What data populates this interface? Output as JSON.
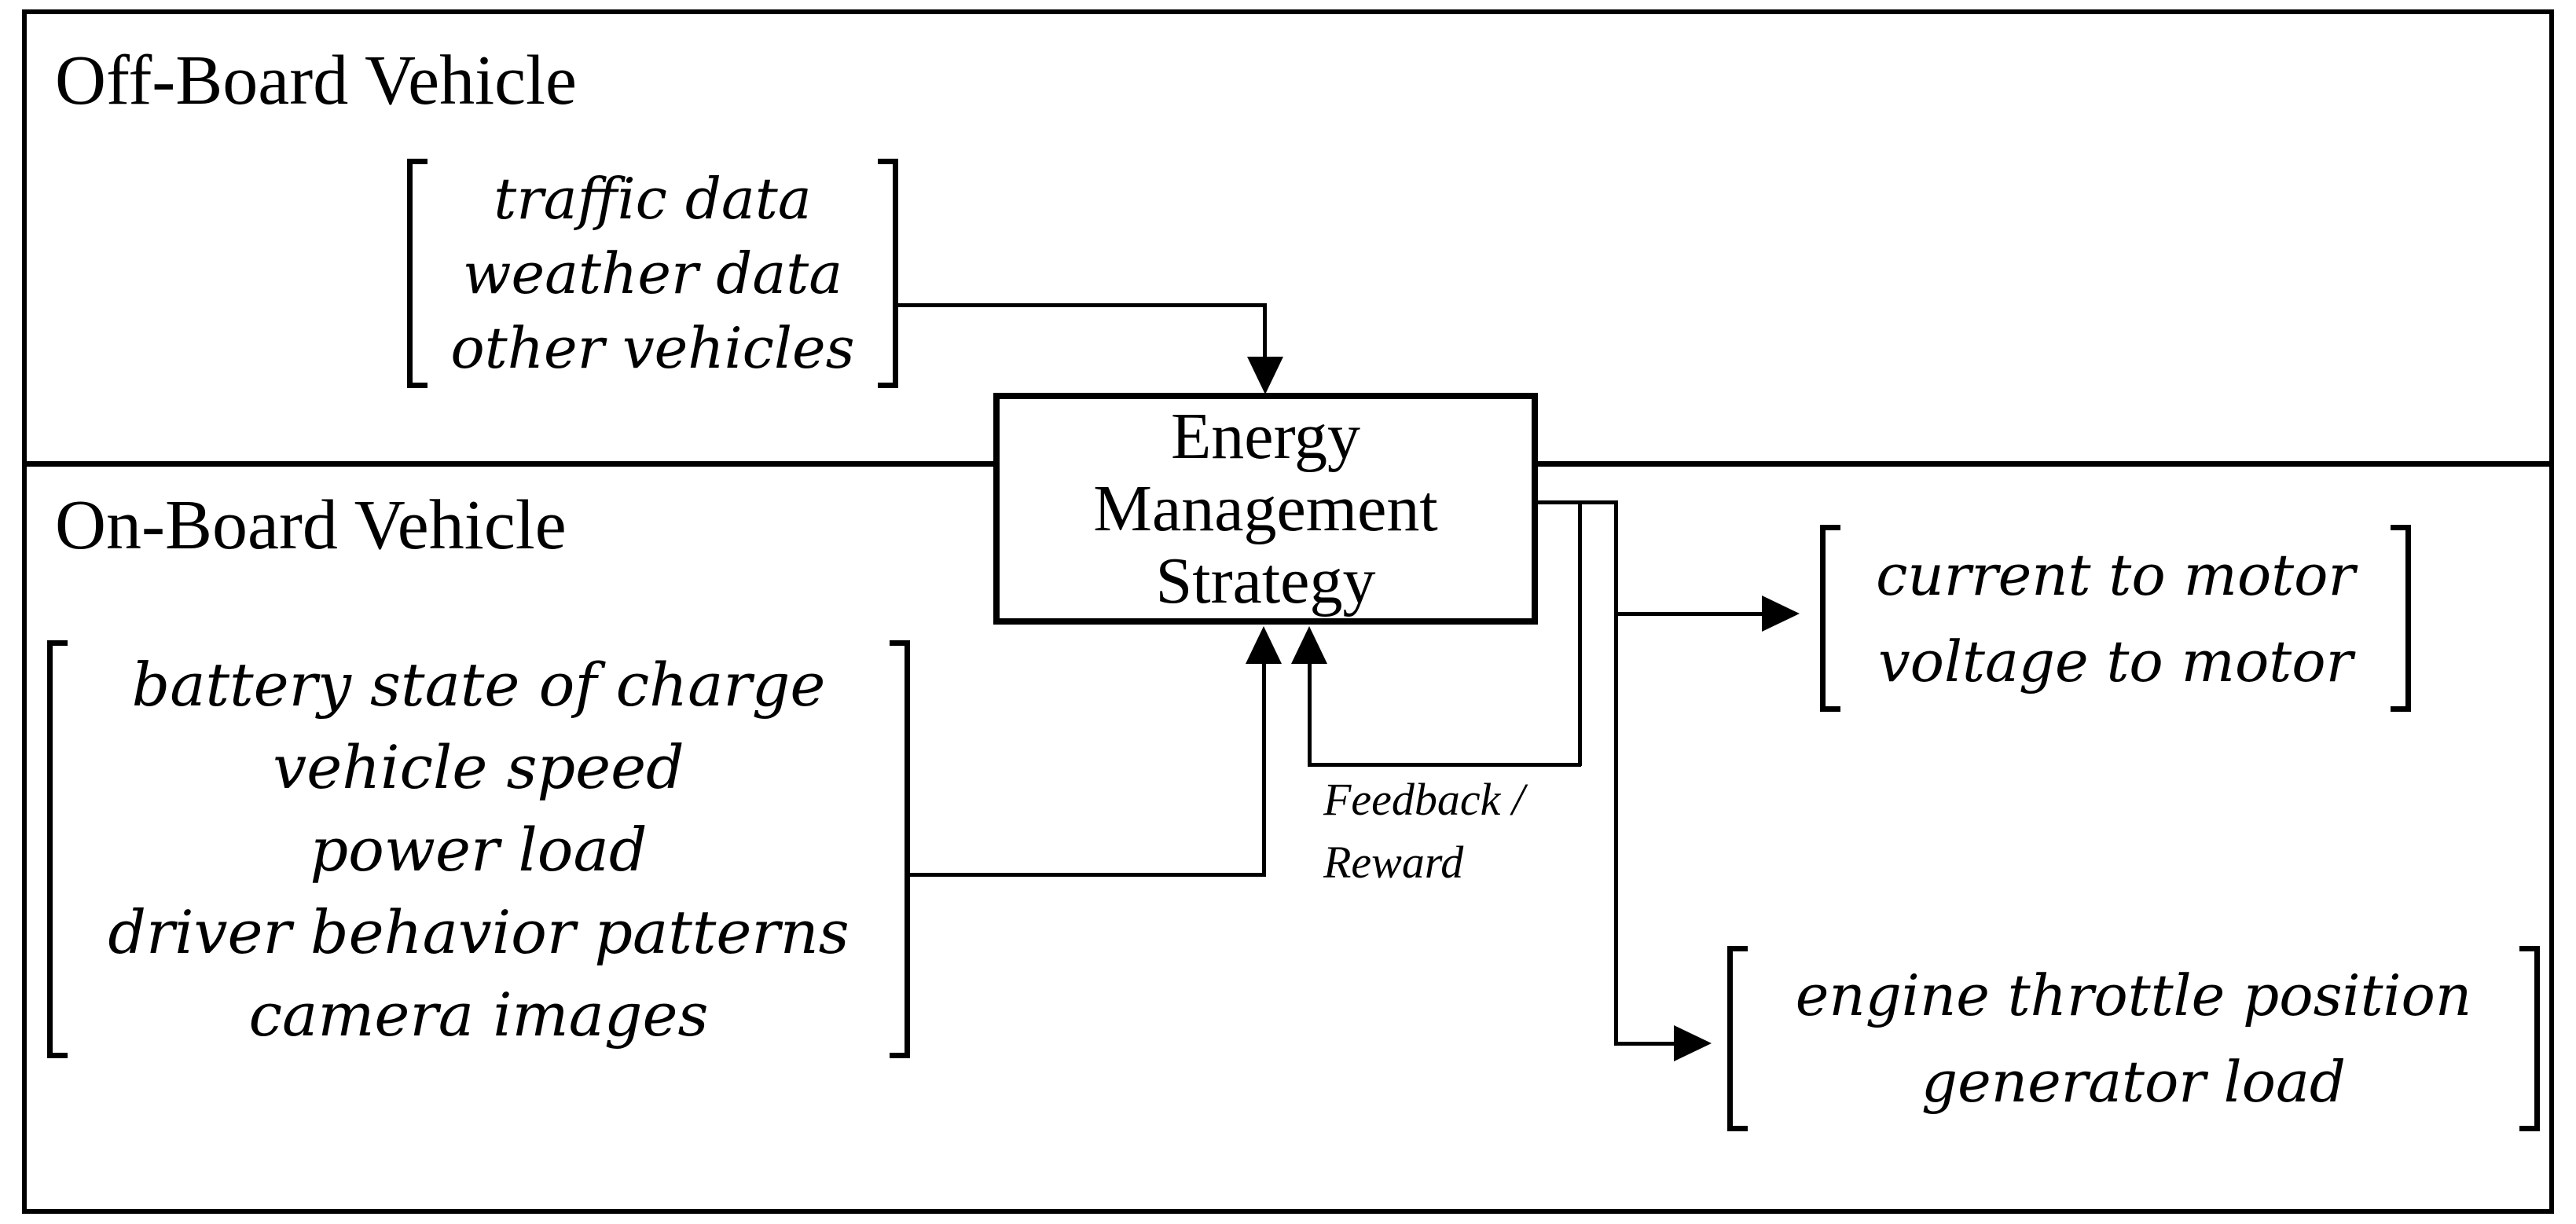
{
  "colors": {
    "ink": "#000000",
    "background": "#ffffff"
  },
  "sections": {
    "offboard": {
      "label": "Off-Board Vehicle",
      "inputs": [
        "traffic data",
        "weather data",
        "other vehicles"
      ]
    },
    "onboard": {
      "label": "On-Board Vehicle",
      "inputs": [
        "battery state of charge",
        "vehicle speed",
        "power load",
        "driver behavior patterns",
        "camera images"
      ]
    }
  },
  "ems": {
    "lines": [
      "Energy",
      "Management",
      "Strategy"
    ]
  },
  "outputs": {
    "motor": {
      "items": [
        "current to motor",
        "voltage to motor"
      ]
    },
    "engine": {
      "items": [
        "engine throttle position",
        "generator load"
      ]
    }
  },
  "feedback": {
    "lines": [
      "Feedback /",
      "Reward"
    ]
  }
}
